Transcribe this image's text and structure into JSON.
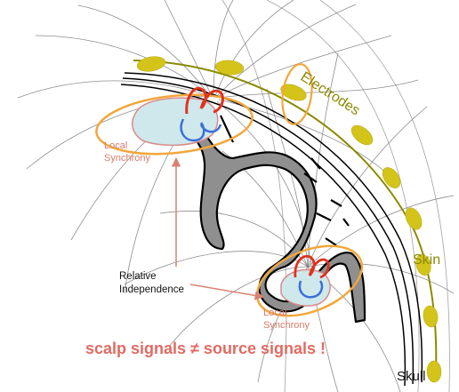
{
  "colors": {
    "field_line": "#7a7a7a",
    "electrode": "#d4c41a",
    "skin_line": "#8a8a00",
    "highlight": "#f2a73b",
    "cortex_fill": "#8f8f8f",
    "source_fill": "#cfe8ec",
    "source_outline": "#d98a8a",
    "dipole_red": "#e0321f",
    "dipole_blue": "#3a6fd8",
    "arrow": "#d98272",
    "local_text": "#d97a6a",
    "caption": "#e06b63",
    "text": "#111111"
  },
  "labels": {
    "electrodes": "Electrodes",
    "skin": "Skin",
    "skull": "Skull",
    "local_synchrony": [
      "Local",
      "Synchrony"
    ],
    "relative_independence": [
      "Relative",
      "Independence"
    ],
    "caption": "scalp signals ≠ source signals !"
  }
}
